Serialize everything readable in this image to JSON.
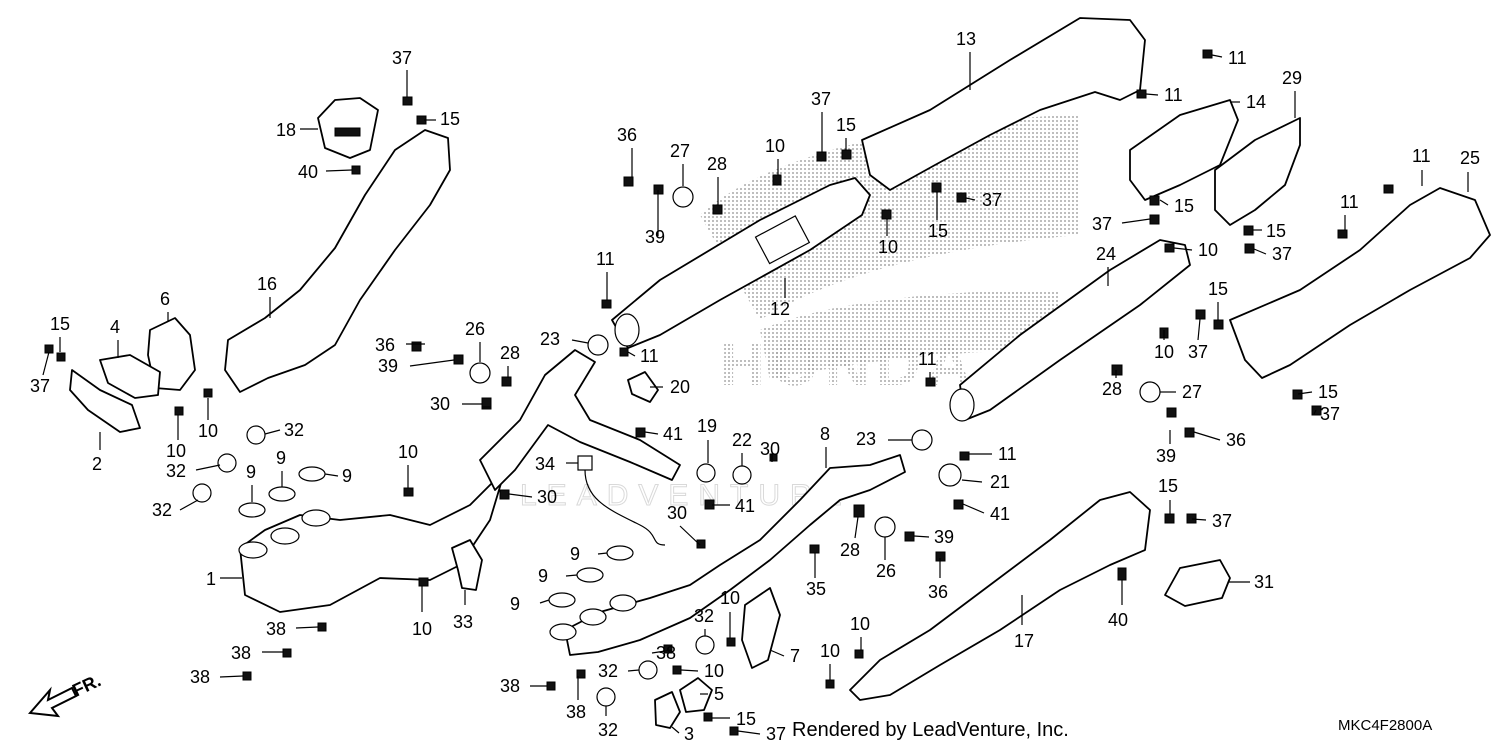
{
  "diagram": {
    "code": "MKC4F2800A",
    "credit": "Rendered by LeadVenture, Inc.",
    "direction_label": "FR.",
    "watermark_brand": "HONDA",
    "watermark_dealer": "LEADVENTURE",
    "callouts": [
      {
        "id": "c37a",
        "label": "37"
      },
      {
        "id": "c15a",
        "label": "15"
      },
      {
        "id": "c18",
        "label": "18"
      },
      {
        "id": "c40a",
        "label": "40"
      },
      {
        "id": "c16",
        "label": "16"
      },
      {
        "id": "c6",
        "label": "6"
      },
      {
        "id": "c4",
        "label": "4"
      },
      {
        "id": "c15b",
        "label": "15"
      },
      {
        "id": "c37b",
        "label": "37"
      },
      {
        "id": "c2",
        "label": "2"
      },
      {
        "id": "c10a",
        "label": "10"
      },
      {
        "id": "c10b",
        "label": "10"
      },
      {
        "id": "c32a",
        "label": "32"
      },
      {
        "id": "c32b",
        "label": "32"
      },
      {
        "id": "c32c",
        "label": "32"
      },
      {
        "id": "c9a",
        "label": "9"
      },
      {
        "id": "c9b",
        "label": "9"
      },
      {
        "id": "c9c",
        "label": "9"
      },
      {
        "id": "c10c",
        "label": "10"
      },
      {
        "id": "c1",
        "label": "1"
      },
      {
        "id": "c38a",
        "label": "38"
      },
      {
        "id": "c38b",
        "label": "38"
      },
      {
        "id": "c38c",
        "label": "38"
      },
      {
        "id": "c10d",
        "label": "10"
      },
      {
        "id": "c33",
        "label": "33"
      },
      {
        "id": "c36a",
        "label": "36"
      },
      {
        "id": "c39a",
        "label": "39"
      },
      {
        "id": "c26a",
        "label": "26"
      },
      {
        "id": "c28a",
        "label": "28"
      },
      {
        "id": "c30a",
        "label": "30"
      },
      {
        "id": "c30b",
        "label": "30"
      },
      {
        "id": "c23a",
        "label": "23"
      },
      {
        "id": "c11a",
        "label": "11"
      },
      {
        "id": "c11b",
        "label": "11"
      },
      {
        "id": "c36b",
        "label": "36"
      },
      {
        "id": "c27a",
        "label": "27"
      },
      {
        "id": "c39b",
        "label": "39"
      },
      {
        "id": "c28b",
        "label": "28"
      },
      {
        "id": "c10e",
        "label": "10"
      },
      {
        "id": "c12",
        "label": "12"
      },
      {
        "id": "c20",
        "label": "20"
      },
      {
        "id": "c41a",
        "label": "41"
      },
      {
        "id": "c37c",
        "label": "37"
      },
      {
        "id": "c15c",
        "label": "15"
      },
      {
        "id": "c13",
        "label": "13"
      },
      {
        "id": "c10f",
        "label": "10"
      },
      {
        "id": "c15d",
        "label": "15"
      },
      {
        "id": "c37d",
        "label": "37"
      },
      {
        "id": "c34",
        "label": "34"
      },
      {
        "id": "c19",
        "label": "19"
      },
      {
        "id": "c22",
        "label": "22"
      },
      {
        "id": "c30c",
        "label": "30"
      },
      {
        "id": "c41b",
        "label": "41"
      },
      {
        "id": "c30d",
        "label": "30"
      },
      {
        "id": "c8",
        "label": "8"
      },
      {
        "id": "c9d",
        "label": "9"
      },
      {
        "id": "c9e",
        "label": "9"
      },
      {
        "id": "c9f",
        "label": "9"
      },
      {
        "id": "c32d",
        "label": "32"
      },
      {
        "id": "c10g",
        "label": "10"
      },
      {
        "id": "c7",
        "label": "7"
      },
      {
        "id": "c38d",
        "label": "38"
      },
      {
        "id": "c32e",
        "label": "32"
      },
      {
        "id": "c10h",
        "label": "10"
      },
      {
        "id": "c5",
        "label": "5"
      },
      {
        "id": "c38e",
        "label": "38"
      },
      {
        "id": "c38f",
        "label": "38"
      },
      {
        "id": "c32f",
        "label": "32"
      },
      {
        "id": "c3",
        "label": "3"
      },
      {
        "id": "c15e",
        "label": "15"
      },
      {
        "id": "c37e",
        "label": "37"
      },
      {
        "id": "c35",
        "label": "35"
      },
      {
        "id": "c28c",
        "label": "28"
      },
      {
        "id": "c26b",
        "label": "26"
      },
      {
        "id": "c39c",
        "label": "39"
      },
      {
        "id": "c36c",
        "label": "36"
      },
      {
        "id": "c10i",
        "label": "10"
      },
      {
        "id": "c10j",
        "label": "10"
      },
      {
        "id": "c23b",
        "label": "23"
      },
      {
        "id": "c11c",
        "label": "11"
      },
      {
        "id": "c11d",
        "label": "11"
      },
      {
        "id": "c21",
        "label": "21"
      },
      {
        "id": "c41c",
        "label": "41"
      },
      {
        "id": "c24",
        "label": "24"
      },
      {
        "id": "c11e",
        "label": "11"
      },
      {
        "id": "c11f",
        "label": "11"
      },
      {
        "id": "c14",
        "label": "14"
      },
      {
        "id": "c29",
        "label": "29"
      },
      {
        "id": "c15f",
        "label": "15"
      },
      {
        "id": "c37f",
        "label": "37"
      },
      {
        "id": "c10k",
        "label": "10"
      },
      {
        "id": "c15g",
        "label": "15"
      },
      {
        "id": "c37g",
        "label": "37"
      },
      {
        "id": "c11g",
        "label": "11"
      },
      {
        "id": "c25",
        "label": "25"
      },
      {
        "id": "c11h",
        "label": "11"
      },
      {
        "id": "c15h",
        "label": "15"
      },
      {
        "id": "c37h",
        "label": "37"
      },
      {
        "id": "c10l",
        "label": "10"
      },
      {
        "id": "c28d",
        "label": "28"
      },
      {
        "id": "c27b",
        "label": "27"
      },
      {
        "id": "c39d",
        "label": "39"
      },
      {
        "id": "c36d",
        "label": "36"
      },
      {
        "id": "c15i",
        "label": "15"
      },
      {
        "id": "c37i",
        "label": "37"
      },
      {
        "id": "c15j",
        "label": "15"
      },
      {
        "id": "c37j",
        "label": "37"
      },
      {
        "id": "c40b",
        "label": "40"
      },
      {
        "id": "c31",
        "label": "31"
      },
      {
        "id": "c17",
        "label": "17"
      }
    ]
  }
}
